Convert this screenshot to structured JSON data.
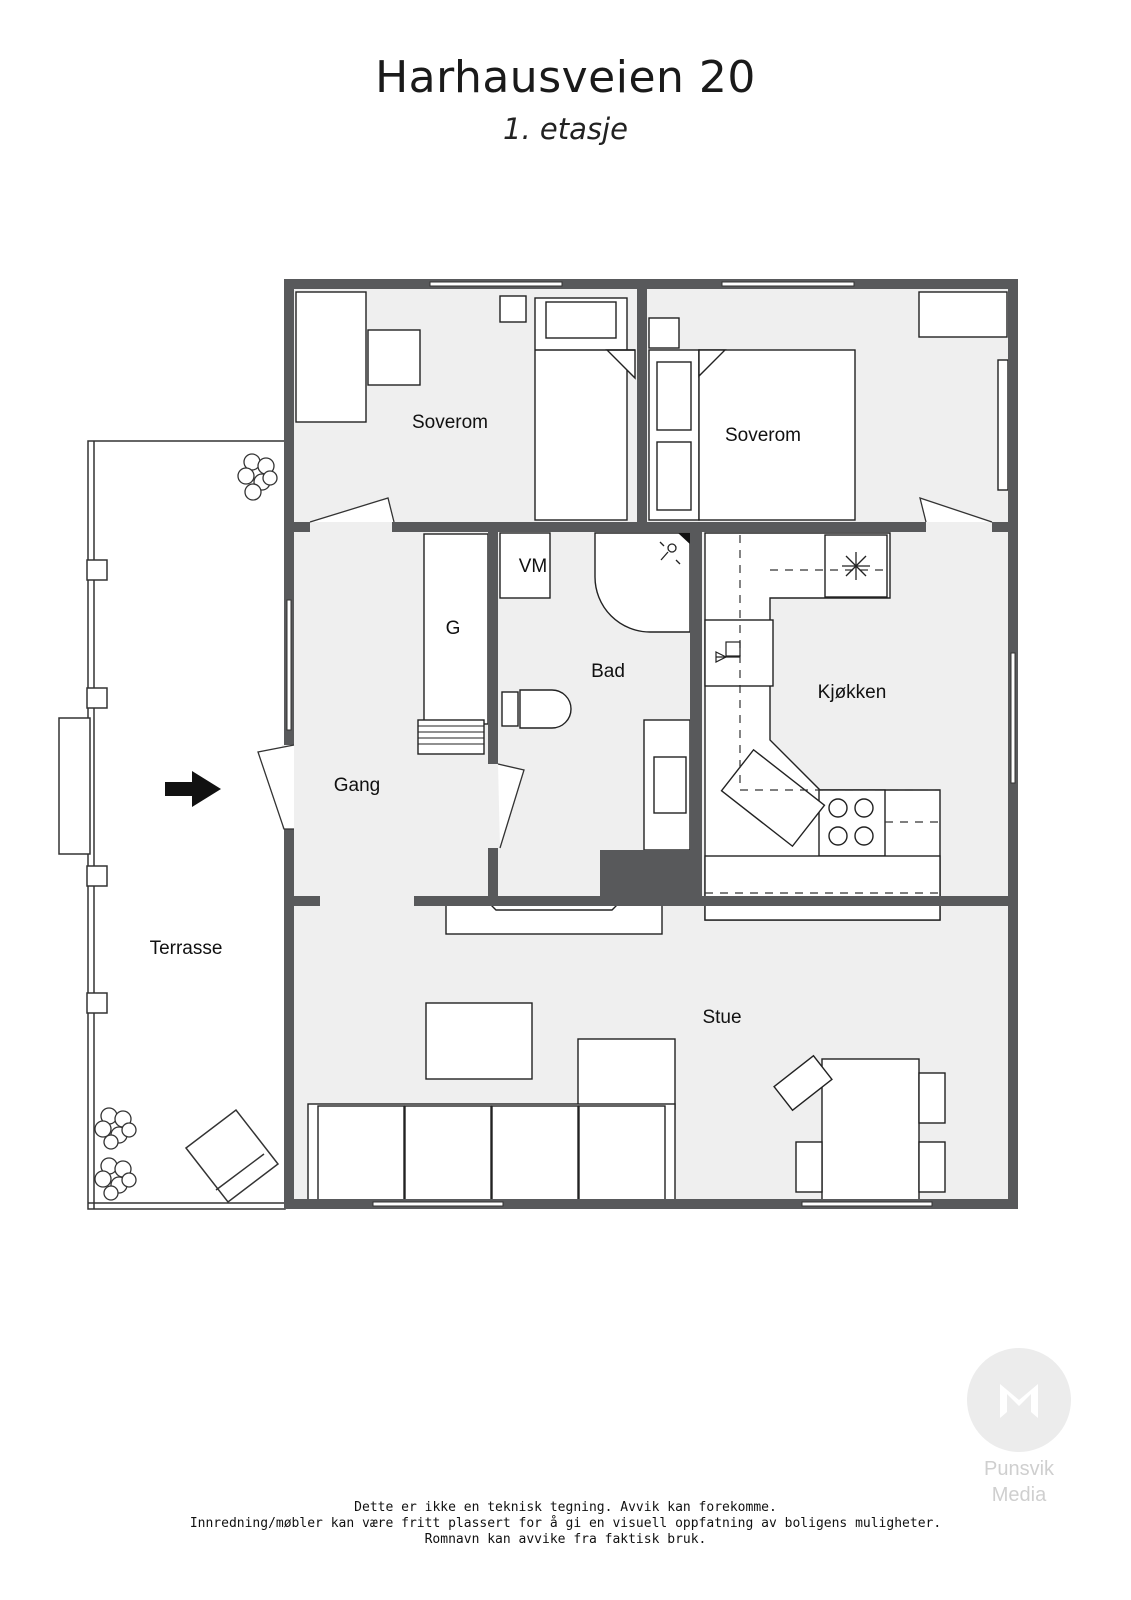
{
  "header": {
    "title": "Harhausveien 20",
    "floor": "1. etasje"
  },
  "rooms": {
    "soverom_1": "Soverom",
    "soverom_2": "Soverom",
    "gang": "Gang",
    "garderobe": "G",
    "vaskemaskin": "VM",
    "bad": "Bad",
    "kjokken": "Kjøkken",
    "terrasse": "Terrasse",
    "stue": "Stue"
  },
  "disclaimer": {
    "line1": "Dette er ikke en teknisk tegning. Avvik kan forekomme.",
    "line2": "Innredning/møbler kan være fritt plassert for å gi en visuell oppfatning av boligens muligheter.",
    "line3": "Romnavn kan avvike fra faktisk bruk."
  },
  "logo": {
    "name_line1": "Punsvik",
    "name_line2": "Media"
  },
  "colors": {
    "wall": "#58595b",
    "floor": "#f0f0f0",
    "furniture_stroke": "#222222"
  }
}
